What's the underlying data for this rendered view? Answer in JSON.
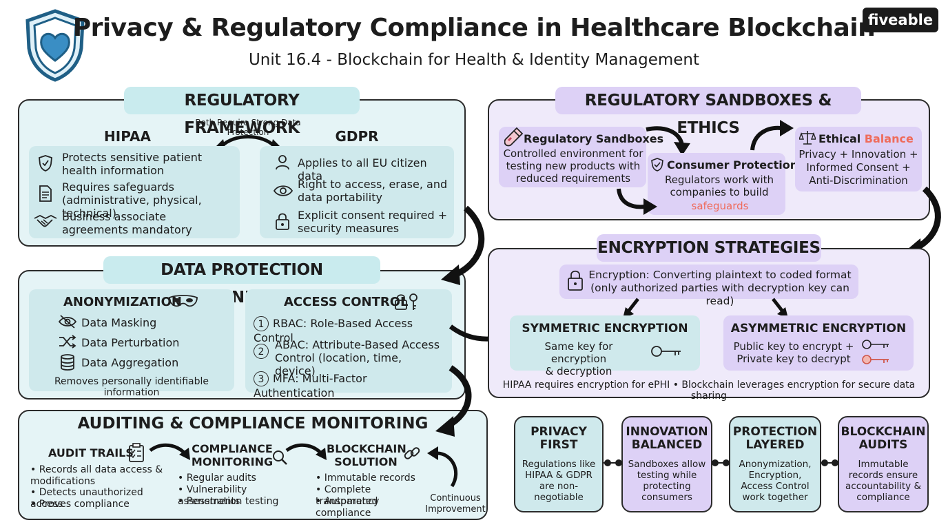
{
  "header": {
    "title": "Privacy & Regulatory Compliance in Healthcare Blockchain",
    "subtitle": "Unit 16.4 - Blockchain for Health & Identity Management",
    "logo_text": "fiveable"
  },
  "regulatory_framework": {
    "heading": "REGULATORY FRAMEWORK",
    "connector_note": "Both Require Strong Data Protection",
    "hipaa": {
      "label": "HIPAA",
      "items": [
        {
          "icon": "shield-check-icon",
          "text": "Protects sensitive patient health information"
        },
        {
          "icon": "document-icon",
          "text": "Requires safeguards (administrative, physical, technical)"
        },
        {
          "icon": "handshake-icon",
          "text": "Business associate agreements mandatory"
        }
      ]
    },
    "gdpr": {
      "label": "GDPR",
      "items": [
        {
          "icon": "person-icon",
          "text": "Applies to all EU citizen data"
        },
        {
          "icon": "eye-icon",
          "text": "Right to access, erase, and data portability"
        },
        {
          "icon": "padlock-icon",
          "text": "Explicit consent required + security measures"
        }
      ]
    }
  },
  "data_protection": {
    "heading": "DATA PROTECTION TECHNIQUES",
    "anonymization": {
      "label": "ANONYMIZATION",
      "items": [
        "Data Masking",
        "Data Perturbation",
        "Data Aggregation"
      ],
      "footer": "Removes personally identifiable information"
    },
    "access_control": {
      "label": "ACCESS CONTROL",
      "items": [
        {
          "num": "1",
          "text": "RBAC: Role-Based Access Control"
        },
        {
          "num": "2",
          "text": "ABAC: Attribute-Based Access Control (location, time, device)"
        },
        {
          "num": "3",
          "text": "MFA: Multi-Factor Authentication"
        }
      ]
    }
  },
  "auditing": {
    "heading": "AUDITING & COMPLIANCE MONITORING",
    "audit_trails": {
      "label": "AUDIT TRAILS",
      "items": [
        "Records all data access & modifications",
        "Detects unauthorized access",
        "Proves compliance"
      ]
    },
    "compliance_monitoring": {
      "label_line1": "COMPLIANCE",
      "label_line2": "MONITORING",
      "items": [
        "Regular audits",
        "Vulnerability assessments",
        "Penetration testing"
      ]
    },
    "blockchain_solution": {
      "label_line1": "BLOCKCHAIN",
      "label_line2": "SOLUTION",
      "items": [
        "Immutable records",
        "Complete transparency",
        "Automated compliance"
      ]
    },
    "loop_line1": "Continuous",
    "loop_line2": "Improvement"
  },
  "sandboxes": {
    "heading": "REGULATORY SANDBOXES & ETHICS",
    "regulatory_sandboxes": {
      "title": "Regulatory Sandboxes",
      "body": "Controlled environment for testing new products with reduced requirements"
    },
    "consumer_protection": {
      "title": "Consumer Protection",
      "body": "Regulators work with companies to build",
      "highlight": "safeguards"
    },
    "ethical_balance": {
      "title_plain": "Ethical ",
      "title_highlight": "Balance",
      "line1": "Privacy + Innovation +",
      "line2": "Informed Consent +",
      "line3": "Anti-Discrimination"
    }
  },
  "encryption": {
    "heading": "ENCRYPTION STRATEGIES",
    "definition_line1": "Encryption: Converting plaintext to coded format",
    "definition_line2": "(only authorized parties with decryption key can read)",
    "symmetric": {
      "label": "SYMMETRIC ENCRYPTION",
      "line1": "Same key for encryption",
      "line2": "& decryption"
    },
    "asymmetric": {
      "label": "ASYMMETRIC ENCRYPTION",
      "line1": "Public key to encrypt +",
      "line2": "Private key to decrypt"
    },
    "footer": "HIPAA requires encryption for ePHI • Blockchain leverages encryption for secure data sharing"
  },
  "principles": [
    {
      "title_line1": "PRIVACY",
      "title_line2": "FIRST",
      "body": [
        "Regulations like",
        "HIPAA & GDPR",
        "are non-",
        "negotiable"
      ],
      "theme": "teal"
    },
    {
      "title_line1": "INNOVATION",
      "title_line2": "BALANCED",
      "body": [
        "Sandboxes allow",
        "testing while",
        "protecting",
        "consumers"
      ],
      "theme": "purple"
    },
    {
      "title_line1": "PROTECTION",
      "title_line2": "LAYERED",
      "body": [
        "Anonymization,",
        "Encryption,",
        "Access Control",
        "work together"
      ],
      "theme": "teal"
    },
    {
      "title_line1": "BLOCKCHAIN",
      "title_line2": "AUDITS",
      "body": [
        "Immutable",
        "records ensure",
        "accountability &",
        "compliance"
      ],
      "theme": "purple"
    }
  ],
  "colors": {
    "teal_bg": "#e5f4f6",
    "teal_card": "#cfe9ec",
    "purple_bg": "#efeafa",
    "purple_card": "#ddd1f6",
    "accent_red": "#ef6b5b",
    "ink": "#1d1d1d"
  }
}
